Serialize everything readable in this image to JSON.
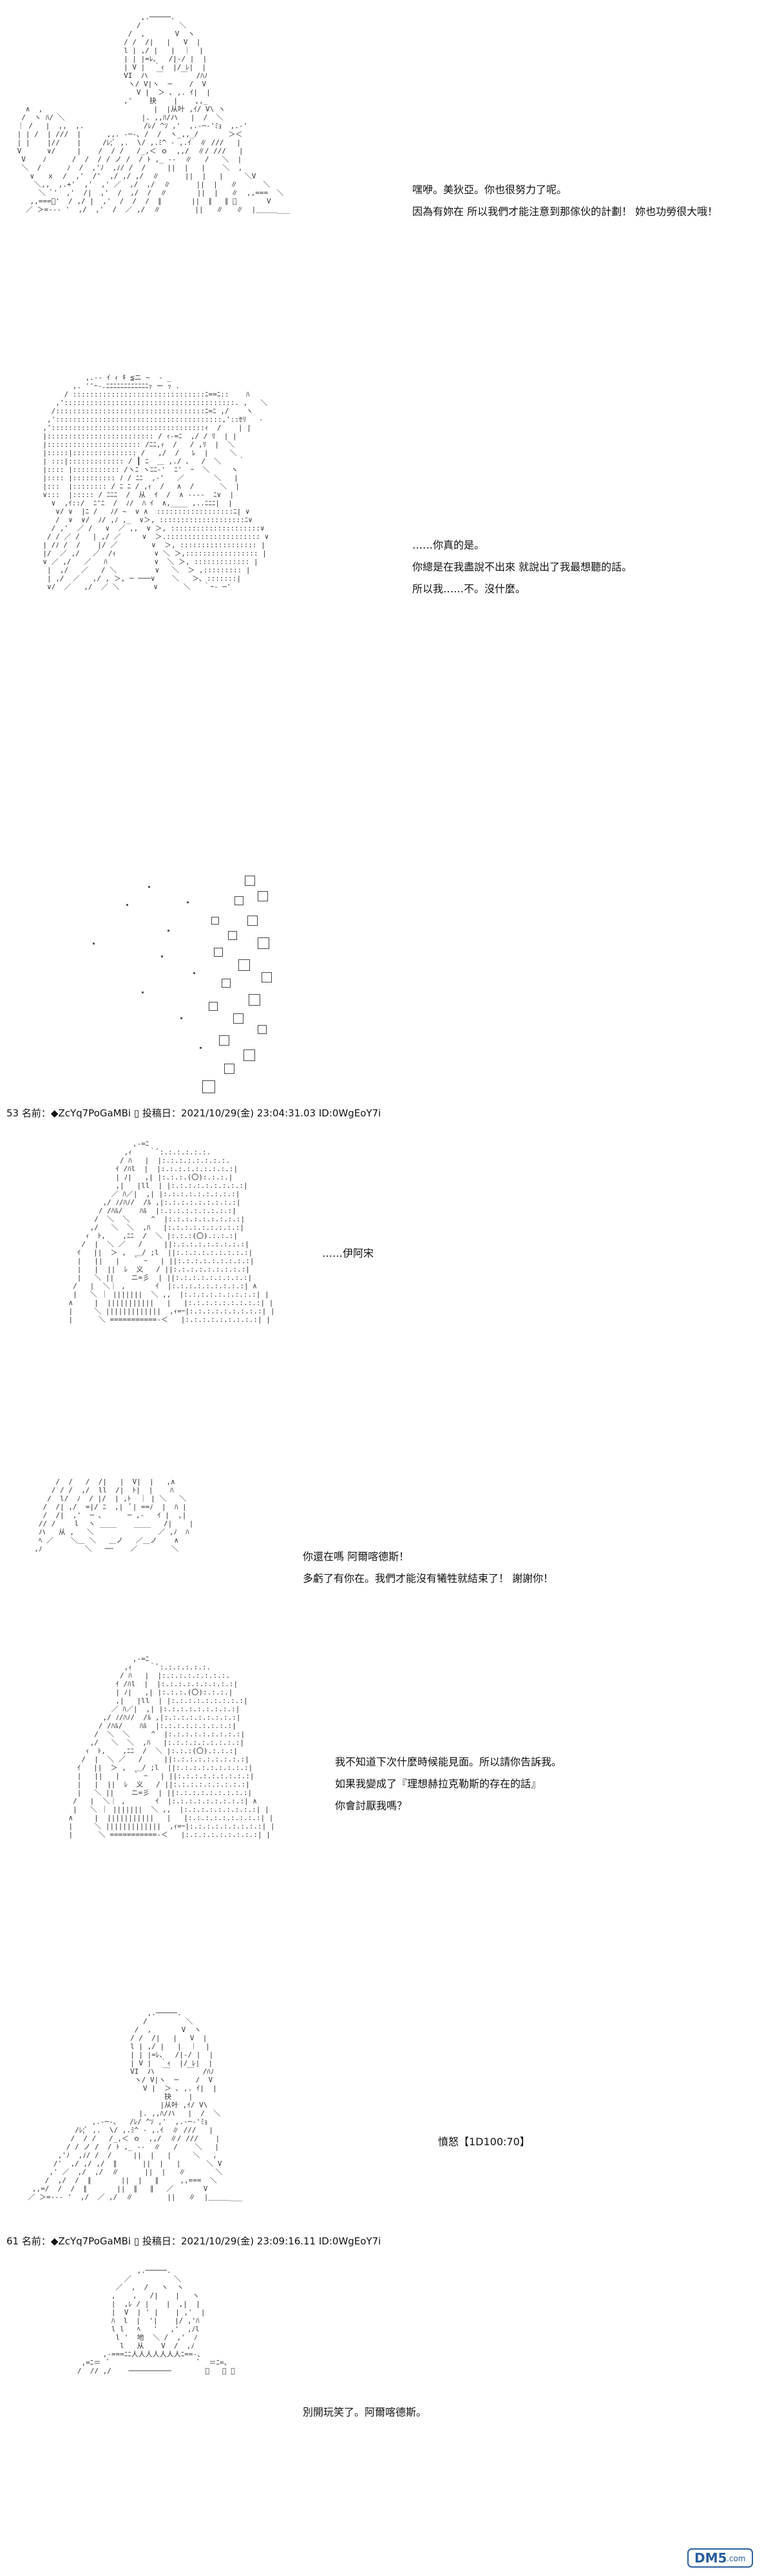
{
  "panels": [
    {
      "id": "p1",
      "lines": [
        "嘿咿。美狄亞。你也很努力了呢。",
        "因為有妳在 所以我們才能注意到那傢伙的計劃！ 妳也功勞很大哦！"
      ]
    },
    {
      "id": "p2",
      "lines": [
        "……你真的是。",
        "你總是在我盡說不出來 就說出了我最想聽的話。",
        "所以我……不。沒什麼。"
      ]
    },
    {
      "id": "p3",
      "post": {
        "number": "53",
        "name_label": "名前：",
        "trip": "◆ZcYq7PoGaMBi",
        "posted_label": "投稿日：",
        "datetime": "2021/10/29(金) 23:04:31.03",
        "id_text": "ID:0WgEoY7i"
      },
      "lines": [
        "……伊阿宋"
      ]
    },
    {
      "id": "p4",
      "lines": [
        "你還在嗎 阿爾喀德斯！",
        "多虧了有你在。我們才能沒有犧牲就結束了！ 謝謝你！"
      ]
    },
    {
      "id": "p5",
      "lines": [
        "我不知道下次什麼時候能見面。所以請你告訴我。",
        "如果我變成了『理想赫拉克勒斯的存在的話』",
        "你會討厭我嗎？"
      ]
    },
    {
      "id": "p6",
      "lines": [
        "憤怒【1D100:70】"
      ]
    },
    {
      "id": "p7",
      "post": {
        "number": "61",
        "name_label": "名前：",
        "trip": "◆ZcYq7PoGaMBi",
        "posted_label": "投稿日：",
        "datetime": "2021/10/29(金) 23:09:16.11",
        "id_text": "ID:0WgEoY7i"
      },
      "lines": [
        "別開玩笑了。阿爾喀德斯。"
      ]
    }
  ],
  "watermark": {
    "text": "DM5",
    "suffix": ".com"
  },
  "colors": {
    "art": "#333333",
    "text": "#111111",
    "watermark": "#2a5f9e"
  }
}
